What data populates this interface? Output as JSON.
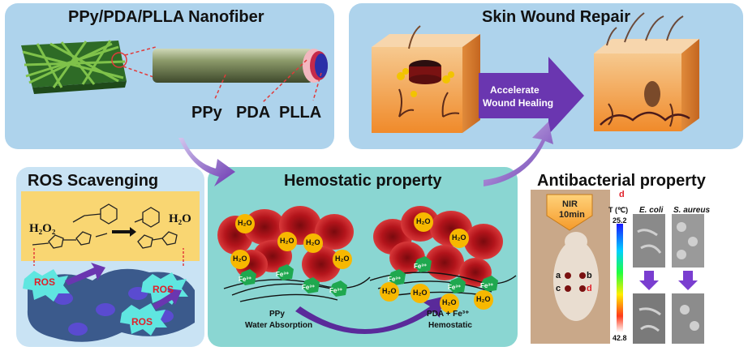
{
  "nanofiber": {
    "title": "PPy/PDA/PLLA Nanofiber",
    "layer1": "PPy",
    "layer2": "PDA",
    "layer3": "PLLA"
  },
  "wound": {
    "title": "Skin Wound Repair",
    "arrow_line1": "Accelerate",
    "arrow_line2": "Wound Healing"
  },
  "ros": {
    "title": "ROS Scavenging",
    "h2o2": "H₂O₂",
    "h2o": "H₂O",
    "ros1": "ROS",
    "ros2": "ROS",
    "ros3": "ROS"
  },
  "hemostatic": {
    "title": "Hemostatic property",
    "water": "H₂O",
    "fe": "Fe³⁺",
    "left_caption_1": "PPy",
    "left_caption_2": "Water Absorption",
    "right_caption_1": "PDA + Fe³⁺",
    "right_caption_2": "Hemostatic"
  },
  "antibacterial": {
    "title": "Antibacterial property",
    "nir_line1": "NIR",
    "nir_line2": "10min",
    "temp_unit": "T (℃)",
    "temp_max": "25.2",
    "temp_min": "42.8",
    "col1": "E. coli",
    "col2": "S. aureus",
    "mark_a": "a",
    "mark_b": "b",
    "mark_c": "c",
    "mark_d": "d",
    "mark_d_top": "d"
  },
  "colors": {
    "panel_blue": "#a9cfe9",
    "panel_teal": "#7fd3d0",
    "arrow_purple": "#6a36b0",
    "rbc_red": "#b3141b",
    "water_yellow": "#f7b800",
    "fe_green": "#1fa84f",
    "ros_cyan": "#5fe6e0"
  }
}
